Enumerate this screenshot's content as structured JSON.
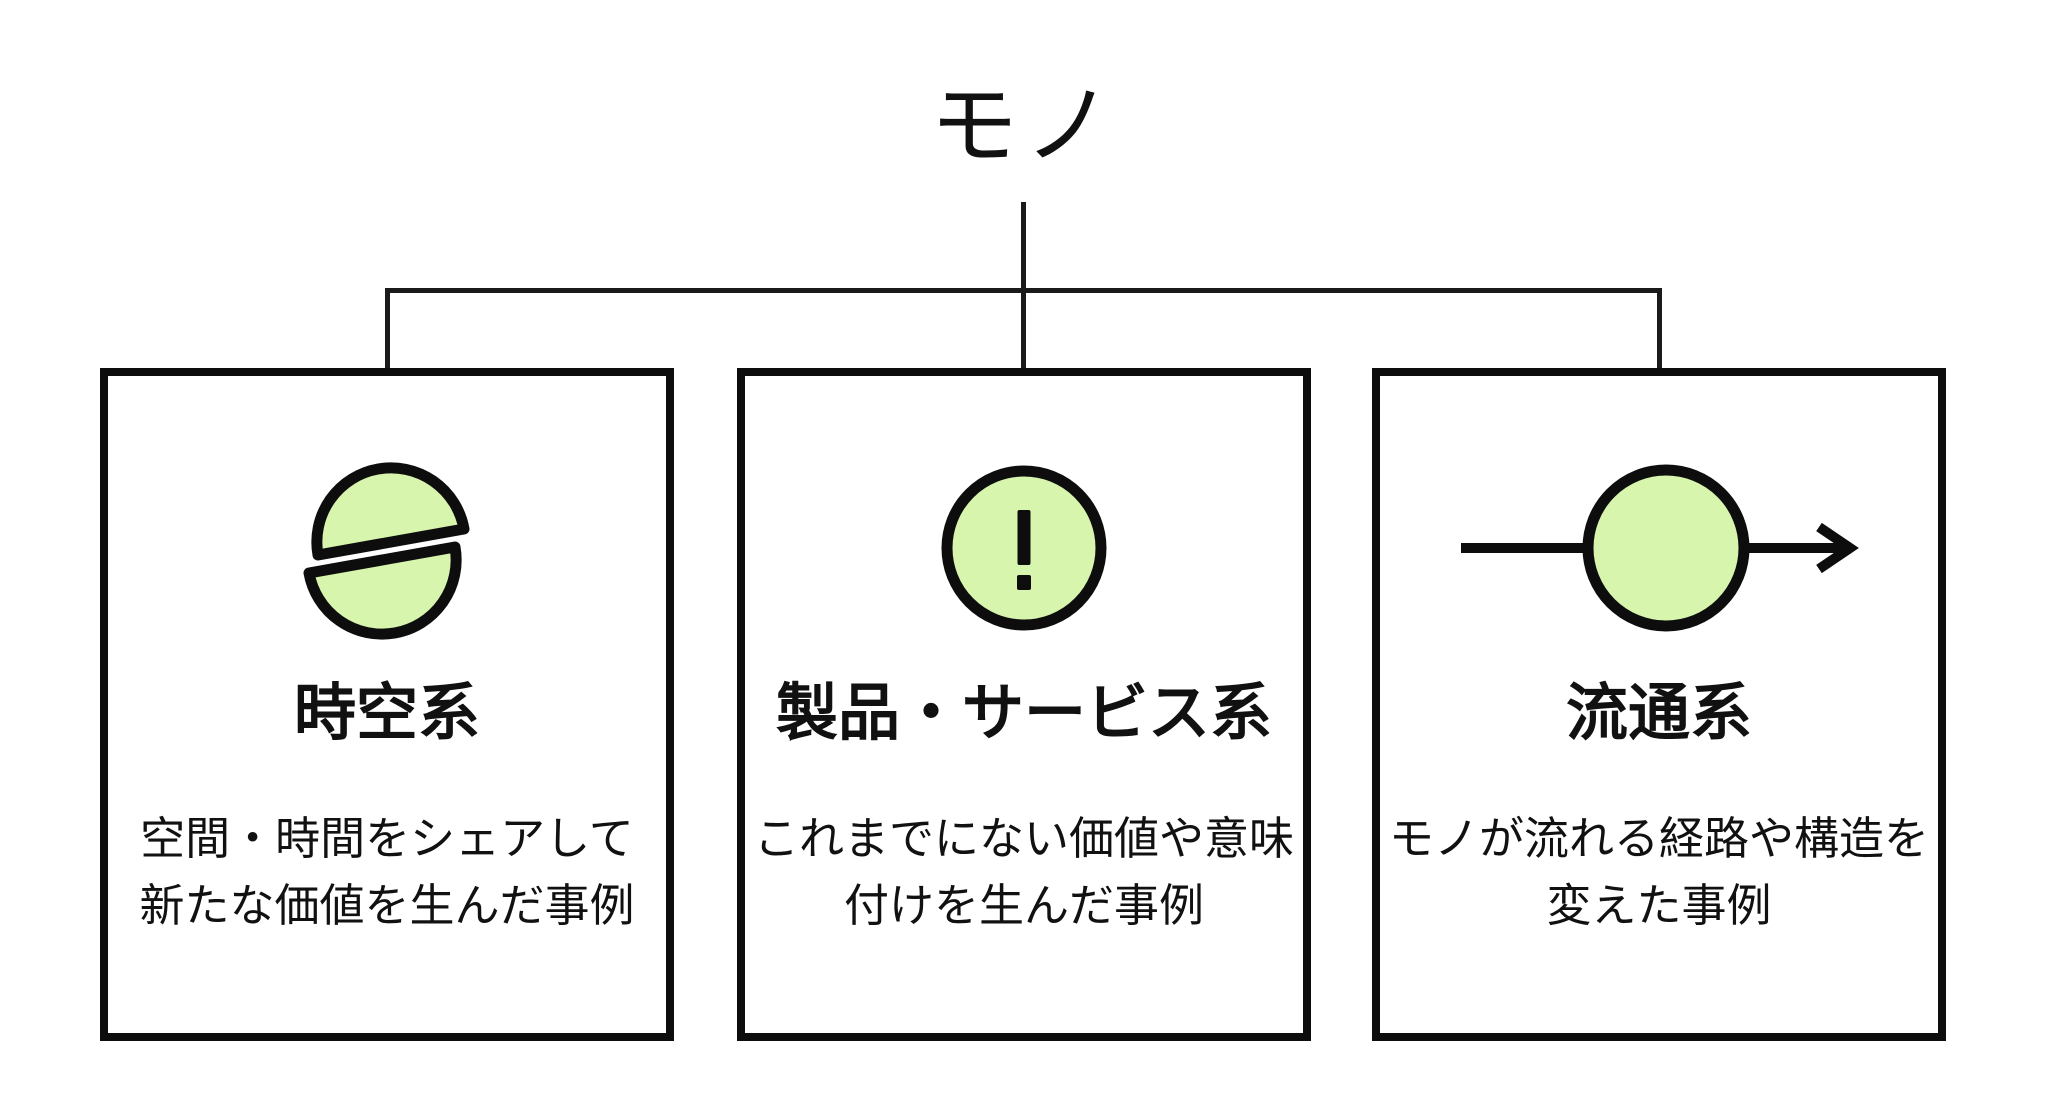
{
  "page": {
    "background": "#ffffff"
  },
  "colors": {
    "icon_fill_green": "#d7f5ad",
    "stroke_black": "#0d0d0d"
  },
  "root": {
    "label": "モノ"
  },
  "icons": [
    "split-disc-icon",
    "exclamation-circle-icon",
    "flow-arrow-circle-icon"
  ],
  "branches": [
    {
      "title": "時空系",
      "icon": "split-disc-icon",
      "description": [
        "空間・時間をシェアして",
        "新たな価値を生んだ事例"
      ]
    },
    {
      "title": "製品・サービス系",
      "icon": "exclamation-circle-icon",
      "description": [
        "これまでにない価値や意味",
        "付けを生んだ事例"
      ]
    },
    {
      "title": "流通系",
      "icon": "flow-arrow-circle-icon",
      "description": [
        "モノが流れる経路や構造を",
        "変えた事例"
      ]
    }
  ]
}
